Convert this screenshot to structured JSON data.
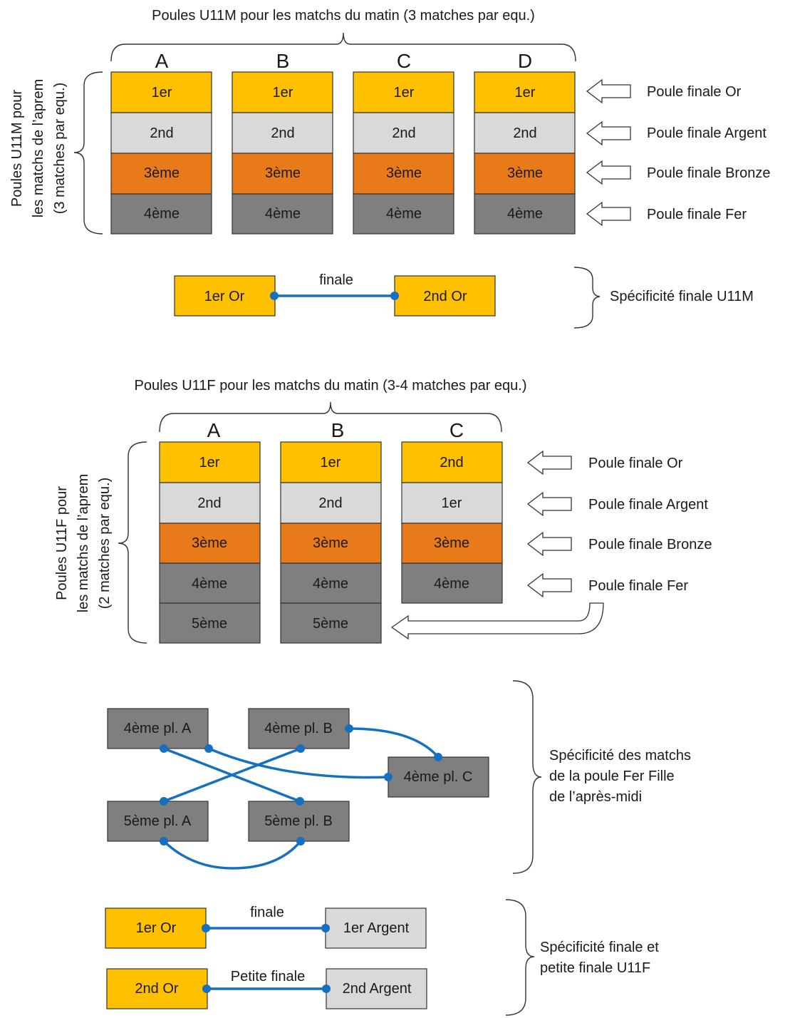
{
  "colors": {
    "gold": "#FFC000",
    "silver": "#D9D9D9",
    "bronze": "#E97A1A",
    "iron": "#7F7F7F",
    "link": "#1570C0"
  },
  "u11m": {
    "title": "Poules U11M pour les matchs du matin (3 matches par equ.)",
    "side_label": [
      "Poules U11M pour",
      "les matchs de l’aprem",
      "(3 matches par equ.)"
    ],
    "groups": [
      {
        "letter": "A",
        "rows": [
          "1er",
          "2nd",
          "3ème",
          "4ème"
        ]
      },
      {
        "letter": "B",
        "rows": [
          "1er",
          "2nd",
          "3ème",
          "4ème"
        ]
      },
      {
        "letter": "C",
        "rows": [
          "1er",
          "2nd",
          "3ème",
          "4ème"
        ]
      },
      {
        "letter": "D",
        "rows": [
          "1er",
          "2nd",
          "3ème",
          "4ème"
        ]
      }
    ],
    "finals": [
      "Poule finale Or",
      "Poule finale Argent",
      "Poule finale Bronze",
      "Poule finale Fer"
    ],
    "final_match": {
      "left": "1er Or",
      "right": "2nd Or",
      "label": "finale"
    },
    "final_note": "Spécificité finale U11M"
  },
  "u11f": {
    "title": "Poules U11F pour les matchs du matin (3-4 matches par equ.)",
    "side_label": [
      "Poules U11F pour",
      "les matchs de l’aprem",
      "(2 matches par equ.)"
    ],
    "groups": [
      {
        "letter": "A",
        "rows": [
          "1er",
          "2nd",
          "3ème",
          "4ème",
          "5ème"
        ]
      },
      {
        "letter": "B",
        "rows": [
          "1er",
          "2nd",
          "3ème",
          "4ème",
          "5ème"
        ]
      },
      {
        "letter": "C",
        "rows": [
          "2nd",
          "1er",
          "3ème",
          "4ème"
        ]
      }
    ],
    "finals": [
      "Poule finale Or",
      "Poule finale Argent",
      "Poule finale Bronze",
      "Poule finale Fer"
    ],
    "fer_matches": {
      "nodes": [
        "4ème pl. A",
        "4ème pl. B",
        "4ème pl. C",
        "5ème pl. A",
        "5ème pl. B"
      ],
      "note": [
        "Spécificité des matchs",
        "de la poule Fer Fille",
        "de l’après-midi"
      ]
    },
    "final_match": {
      "left": "1er Or",
      "right": "1er Argent",
      "label": "finale"
    },
    "small_final_match": {
      "left": "2nd Or",
      "right": "2nd Argent",
      "label": "Petite finale"
    },
    "final_note": [
      "Spécificité finale et",
      "petite finale U11F"
    ]
  }
}
